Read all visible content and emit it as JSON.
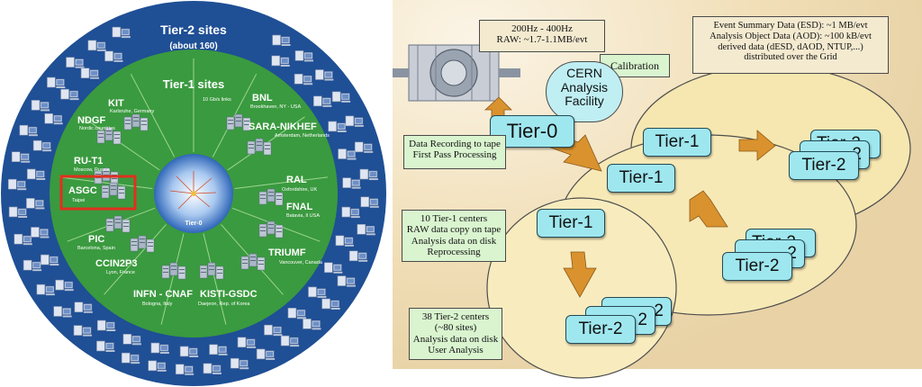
{
  "left_diagram": {
    "title": "Tier-2 sites",
    "subtitle": "(about 160)",
    "tier1_title": "Tier-1 sites",
    "link_label": "10 Gb/s links",
    "center_label": "Tier-0",
    "highlight_color": "#e0301e",
    "sites": [
      {
        "name": "KIT",
        "location": "Karlsruhe, Germany"
      },
      {
        "name": "BNL",
        "location": "Brookhaven, NY - USA"
      },
      {
        "name": "NDGF",
        "location": "Nordic countries"
      },
      {
        "name": "SARA-NIKHEF",
        "location": "Amsterdam, Netherlands"
      },
      {
        "name": "RU-T1",
        "location": "Moscow, Russia"
      },
      {
        "name": "RAL",
        "location": "Oxfordshire, UK"
      },
      {
        "name": "ASGC",
        "location": "Taipei"
      },
      {
        "name": "FNAL",
        "location": "Batavia, Il USA"
      },
      {
        "name": "PIC",
        "location": "Barcelona, Spain"
      },
      {
        "name": "TRIUMF",
        "location": "Vancouver, Canada"
      },
      {
        "name": "CCIN2P3",
        "location": "Lyon, France"
      },
      {
        "name": "INFN - CNAF",
        "location": "Bologna, Italy"
      },
      {
        "name": "KISTI-GSDC",
        "location": "Daejeon, Rep. of Korea"
      }
    ]
  },
  "right_diagram": {
    "rate_box": [
      "200Hz - 400Hz",
      "RAW: ~1.7-1.1MB/evt"
    ],
    "calibration": "Calibration",
    "cern_facility": [
      "CERN",
      "Analysis",
      "Facility"
    ],
    "esd_box": [
      "Event Summary Data (ESD): ~1 MB/evt",
      "Analysis Object Data (AOD): ~100 kB/evt",
      "derived data (dESD, dAOD, NTUP,...)",
      "distributed over the Grid"
    ],
    "tier0": "Tier-0",
    "data_recording": [
      "Data Recording to tape",
      "First Pass Processing"
    ],
    "tier1_label": "Tier-1",
    "tier2_label": "Tier-2",
    "tier2_back_a": "Tier-2",
    "tier2_back_b": "2",
    "tier1_centers": [
      "10 Tier-1 centers",
      "RAW data copy on tape",
      "Analysis data on disk",
      "Reprocessing"
    ],
    "tier2_centers": [
      "38 Tier-2 centers",
      "(~80 sites)",
      "Analysis data on disk",
      "User Analysis"
    ],
    "arrow_color": "#d9922e"
  }
}
